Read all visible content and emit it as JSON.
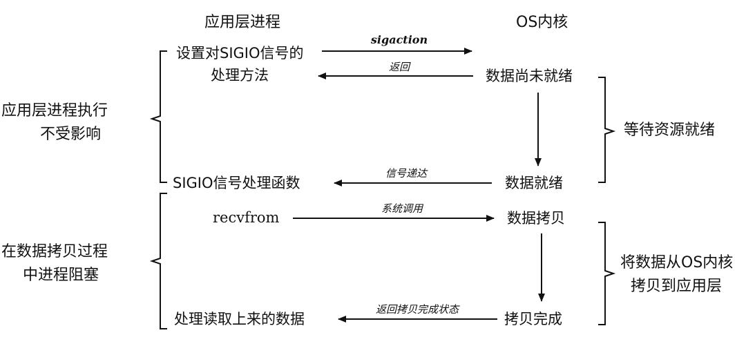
{
  "headers": {
    "app": "应用层进程",
    "kernel": "OS内核"
  },
  "app_nodes": {
    "set_handler_line1": "设置对SIGIO信号的",
    "set_handler_line2": "处理方法",
    "sigio_handler": "SIGIO信号处理函数",
    "recvfrom": "recvfrom",
    "process_data": "处理读取上来的数据"
  },
  "kernel_nodes": {
    "not_ready": "数据尚未就绪",
    "ready": "数据就绪",
    "copy": "数据拷贝",
    "copy_done": "拷贝完成"
  },
  "arrow_labels": {
    "sigaction": "sigaction",
    "return": "返回",
    "signal_delivered": "信号递达",
    "syscall": "系统调用",
    "return_copy_done": "返回拷贝完成状态"
  },
  "left_notes": {
    "not_affected_line1": "应用层进程执行",
    "not_affected_line2": "不受影响",
    "blocked_line1": "在数据拷贝过程",
    "blocked_line2": "中进程阻塞"
  },
  "right_notes": {
    "wait_ready": "等待资源就绪",
    "copy_to_app_line1": "将数据从OS内核",
    "copy_to_app_line2": "拷贝到应用层"
  }
}
